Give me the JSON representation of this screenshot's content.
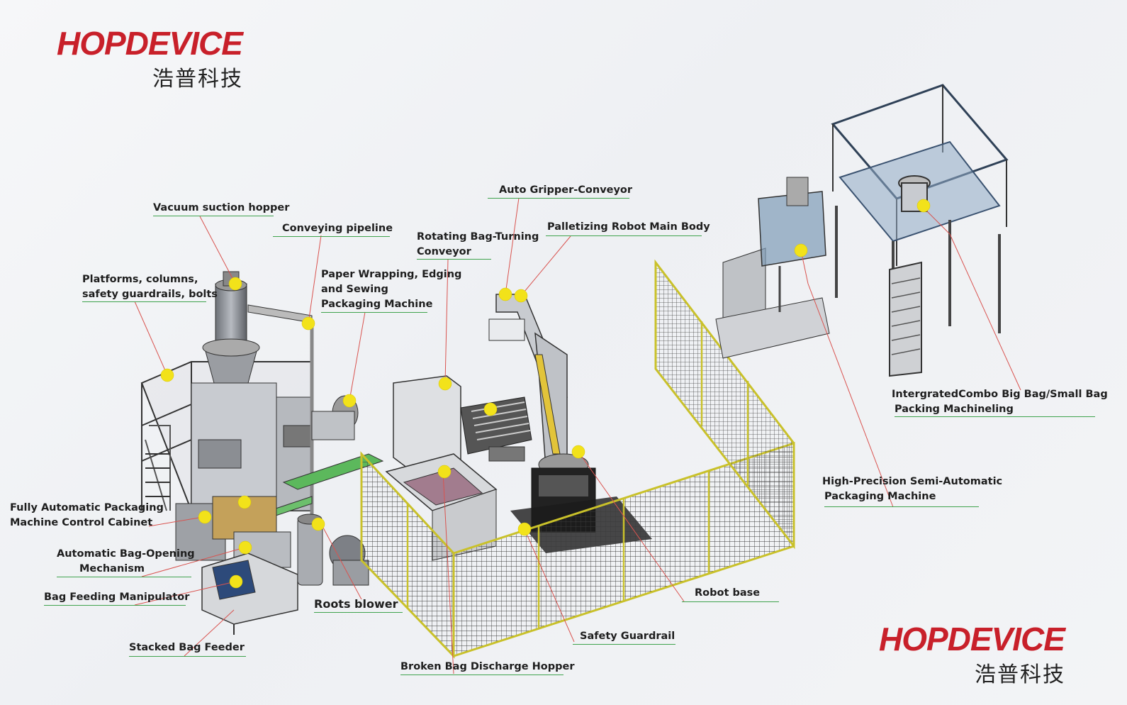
{
  "logo": {
    "brand": "HOPDEVICE",
    "chinese": "浩普科技"
  },
  "labels": {
    "vacuum_hopper": "Vacuum suction hopper",
    "conveying_pipeline": "Conveying pipeline",
    "auto_gripper": "Auto Gripper-Conveyor",
    "rotating_line1": "Rotating Bag-Turning",
    "rotating_line2": "Conveyor",
    "palletizing_robot": "Palletizing Robot Main Body",
    "platforms_line1": "Platforms, columns,",
    "platforms_line2": "safety guardrails, bolts",
    "paper_line1": "Paper Wrapping, Edging",
    "paper_line2": "and Sewing",
    "paper_line3": "Packaging Machine",
    "combo_line1": "IntergratedCombo Big Bag/Small Bag",
    "combo_line2": "Packing Machineling",
    "highprec_line1": "High-Precision Semi-Automatic",
    "highprec_line2": "Packaging Machine",
    "control_line1": "Fully Automatic Packaging",
    "control_line2": "Machine Control Cabinet",
    "bagopen_line1": "Automatic Bag-Opening",
    "bagopen_line2": "Mechanism",
    "bag_feeding": "Bag Feeding Manipulator",
    "roots_blower": "Roots blower",
    "robot_base": "Robot base",
    "stacked_feeder": "Stacked Bag Feeder",
    "safety_guardrail": "Safety Guardrail",
    "broken_bag": "Broken Bag Discharge Hopper"
  },
  "colors": {
    "marker": "#f2e21a",
    "leader": "#d9534f",
    "underline": "#3fa34d",
    "brand_red": "#c8202a",
    "fence": "#c9c12a"
  }
}
